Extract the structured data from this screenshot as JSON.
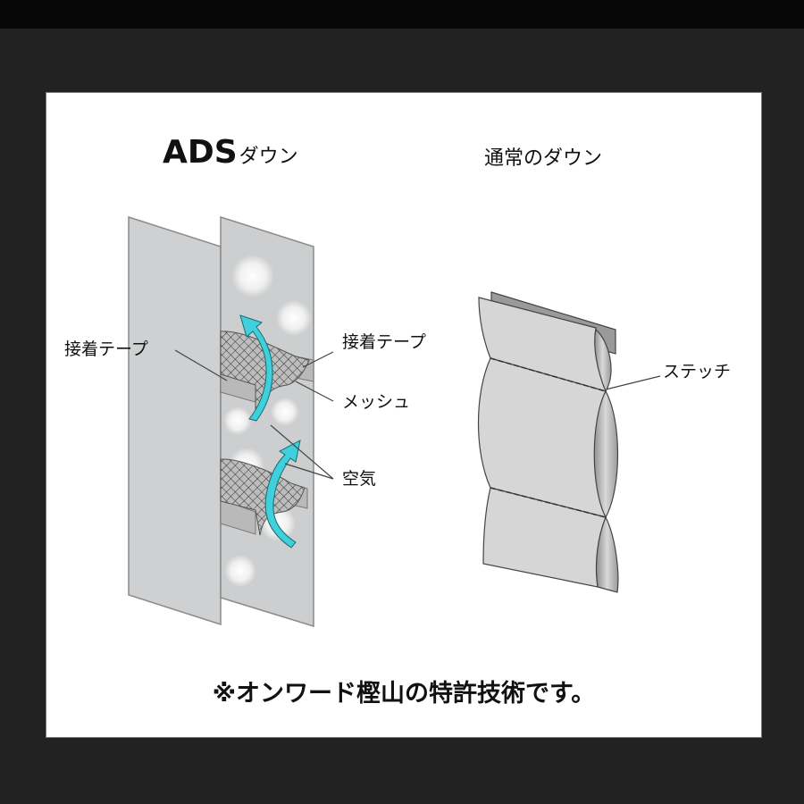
{
  "ads_title": {
    "main": "ADS",
    "suffix": "ダウン"
  },
  "normal_title": "通常のダウン",
  "labels": {
    "adhesive_tape_left": "接着テープ",
    "adhesive_tape_right": "接着テープ",
    "mesh": "メッシュ",
    "air": "空気",
    "stitch": "ステッチ"
  },
  "footer": "※オンワード樫山の特許技術です。",
  "colors": {
    "background": "#222222",
    "topbar": "#060606",
    "panel": "#ffffff",
    "fabric": "#cfd0d1",
    "arrow": "#3fd0dc"
  }
}
